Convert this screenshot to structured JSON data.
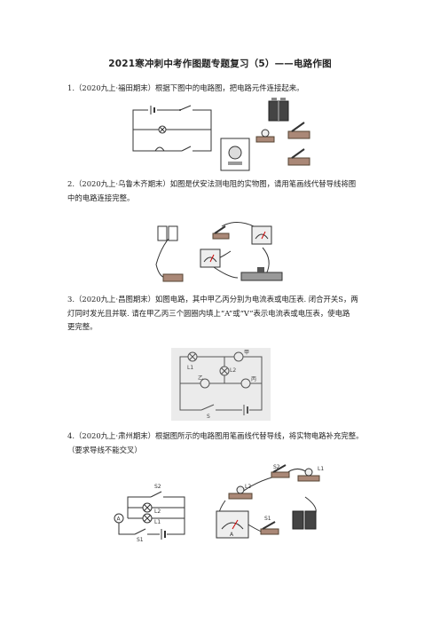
{
  "title": "2021寒冲刺中考作图题专题复习（5）——电路作图",
  "questions": [
    {
      "line1": "1.（2020九上·福田期末）根据下图中的电路图，把电路元件连接起来。",
      "line2": ""
    },
    {
      "line1": "2.（2020九上·乌鲁木齐期末）如图是伏安法测电阻的实物图，请用笔画线代替导线将图",
      "line2": "中的电路连接完整。"
    },
    {
      "line1": "3.（2020九上·昌图期末）如图电路，其中甲乙丙分别为电流表或电压表. 闭合开关S，两",
      "line2": "灯同时发光且并联. 请在甲乙丙三个圆圈内填上“A”或“V”表示电流表或电压表，使电路",
      "line3": "更完整。"
    },
    {
      "line1": "4.（2020九上·肃州期末）根据图所示的电路图用笔画线代替导线，将实物电路补充完整。",
      "line2": "（要求导线不能交叉）"
    }
  ],
  "fig3_labels": {
    "jia": "甲",
    "yi": "乙",
    "bing": "丙",
    "l1": "L1",
    "l2": "L2",
    "s": "S"
  },
  "fig4_labels": {
    "s2": "S2",
    "l2": "L2",
    "l1": "L1",
    "a": "A",
    "s1": "S1"
  }
}
